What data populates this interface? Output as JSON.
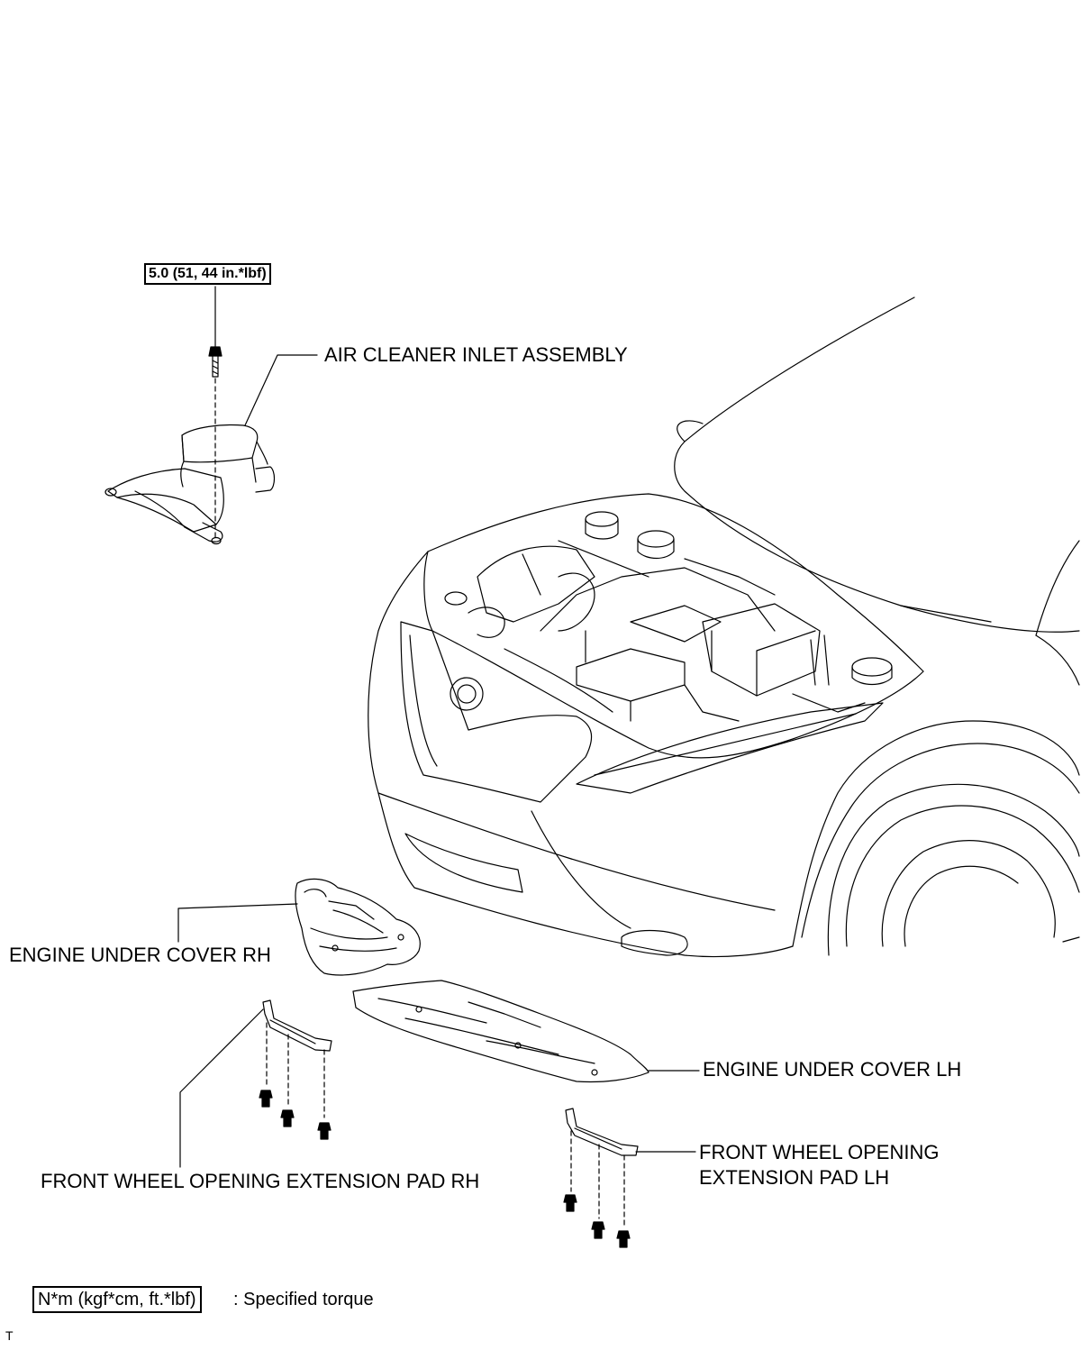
{
  "labels": {
    "air_cleaner": "AIR CLEANER INLET ASSEMBLY",
    "under_cover_rh": "ENGINE UNDER COVER RH",
    "under_cover_lh": "ENGINE UNDER COVER LH",
    "pad_rh": "FRONT WHEEL OPENING EXTENSION PAD RH",
    "pad_lh_line1": "FRONT WHEEL OPENING",
    "pad_lh_line2": "EXTENSION PAD LH"
  },
  "torque": {
    "air_cleaner_bolt": "5.0 (51, 44 in.*lbf)"
  },
  "legend": {
    "unit_box": "N*m (kgf*cm, ft.*lbf)",
    "description": ": Specified torque"
  },
  "figure_code": "T"
}
